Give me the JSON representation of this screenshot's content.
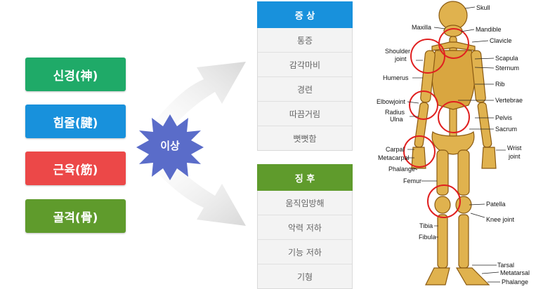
{
  "categories": [
    {
      "label": "신경(神)",
      "color": "#1faa68"
    },
    {
      "label": "힘줄(腱)",
      "color": "#1891dc"
    },
    {
      "label": "근육(筋)",
      "color": "#ec4848"
    },
    {
      "label": "골격(骨)",
      "color": "#5f9b2c"
    }
  ],
  "center_label": "이상",
  "symptoms": {
    "title": "증  상",
    "color": "#1891dc",
    "items": [
      "통증",
      "감각마비",
      "경련",
      "따끔거림",
      "뻣뻣함"
    ]
  },
  "signs": {
    "title": "징  후",
    "color": "#5f9b2c",
    "items": [
      "움직임방해",
      "악력 저하",
      "기능 저하",
      "기형"
    ]
  },
  "skeleton_labels": {
    "skull": "Skull",
    "maxilla": "Maxilla",
    "mandible": "Mandible",
    "clavicle": "Clavicle",
    "shoulder_1": "Shoulder",
    "shoulder_2": "joint",
    "scapula": "Scapula",
    "sternum": "Sternum",
    "humerus": "Humerus",
    "rib": "Rib",
    "elbow": "Elbowjoint",
    "vertebrae": "Vertebrae",
    "radius": "Radius",
    "ulna": "Ulna",
    "pelvis": "Pelvis",
    "sacrum": "Sacrum",
    "carpal": "Carpal",
    "metacarpal": "Metacarpal",
    "wrist_1": "Wrist",
    "wrist_2": "joint",
    "phalange_hand": "Phalange",
    "femur": "Femur",
    "patella": "Patella",
    "tibia": "Tibia",
    "knee": "Knee joint",
    "fibula": "Fibula",
    "tarsal": "Tarsal",
    "metatarsal": "Metatarsal",
    "phalange_foot": "Phalange"
  }
}
